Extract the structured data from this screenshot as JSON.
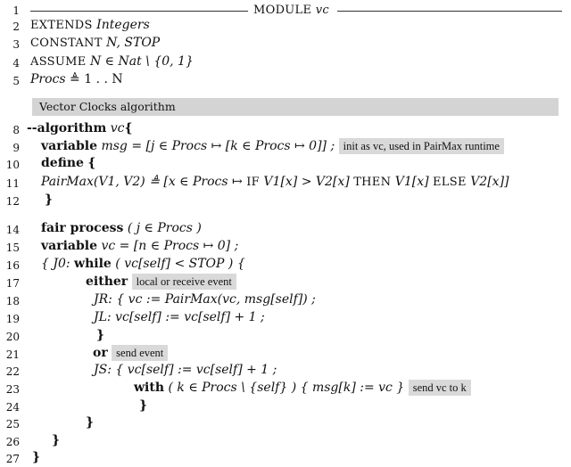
{
  "header": {
    "module_word": "MODULE",
    "module_name": "vc"
  },
  "line_numbers": [
    "1",
    "2",
    "3",
    "4",
    "5",
    "8",
    "9",
    "10",
    "11",
    "12",
    "14",
    "15",
    "16",
    "17",
    "18",
    "19",
    "20",
    "21",
    "22",
    "23",
    "24",
    "25",
    "26",
    "27"
  ],
  "lines": {
    "l2": {
      "kw": "EXTENDS",
      "rest": "Integers"
    },
    "l3": {
      "kw": "CONSTANT",
      "rest": "N, STOP"
    },
    "l4": {
      "kw": "ASSUME",
      "rest": "N ∈ Nat \\ {0, 1}"
    },
    "l5": {
      "lhs": "Procs",
      "op": "≜",
      "rhs": "1 . . N"
    },
    "section": "Vector Clocks algorithm",
    "l8": {
      "kw": "--algorithm",
      "name": "vc",
      "brace": "{"
    },
    "l9": {
      "kw": "variable",
      "code": "msg = [j ∈ Procs ↦ [k ∈ Procs ↦ 0]] ;",
      "comment": "init as vc, used in PairMax runtime"
    },
    "l10": {
      "kw": "define",
      "brace": "{"
    },
    "l11": {
      "code": "PairMax(V1, V2)  ≜  [x ∈ Procs ↦",
      "if": "IF",
      "mid": "V1[x] > V2[x]",
      "then": "THEN",
      "mid2": "V1[x]",
      "else": "ELSE",
      "tail": "V2[x]]"
    },
    "l12": {
      "brace": "}"
    },
    "l14": {
      "kw": "fair process",
      "code": "( j ∈ Procs )"
    },
    "l15": {
      "kw": "variable",
      "code": "vc = [n ∈ Procs ↦ 0] ;"
    },
    "l16": {
      "code1": "{ J0:",
      "kw": "while",
      "code2": "( vc[self] < STOP ) {"
    },
    "l17": {
      "kw": "either",
      "comment": "local or receive event"
    },
    "l18": {
      "code": "JR: { vc := PairMax(vc, msg[self]) ;"
    },
    "l19": {
      "code": "JL:     vc[self] := vc[self] + 1 ;"
    },
    "l20": {
      "brace": "}"
    },
    "l21": {
      "kw": "or",
      "comment": "send event"
    },
    "l22": {
      "code": "JS: {  vc[self] := vc[self] + 1 ;"
    },
    "l23": {
      "kw": "with",
      "code": "( k ∈ Procs \\ {self} ) { msg[k] := vc }",
      "comment": "send vc to k"
    },
    "l24": {
      "brace": "}"
    },
    "l25": {
      "brace": "}"
    },
    "l26": {
      "brace": "}"
    },
    "l27": {
      "brace": "}"
    }
  }
}
